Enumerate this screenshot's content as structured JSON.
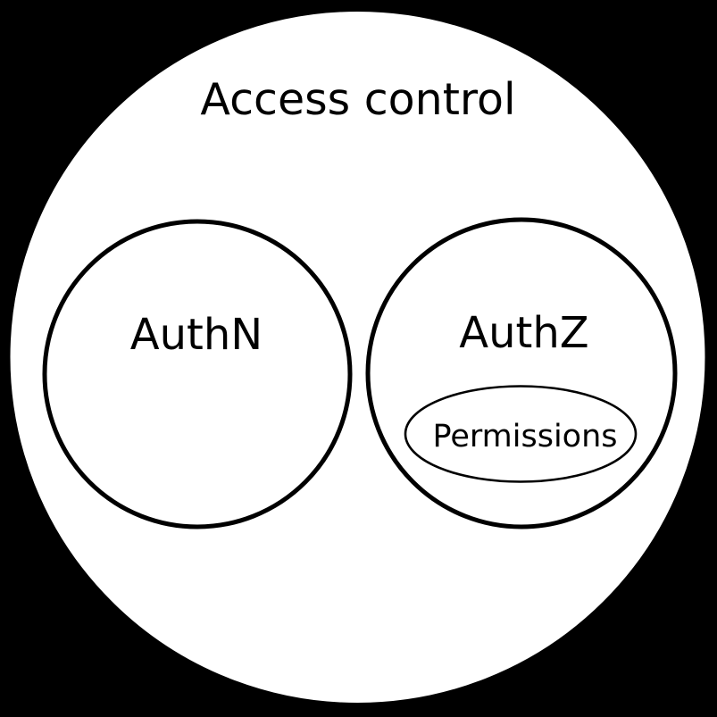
{
  "diagram": {
    "title": "Access control",
    "sets": [
      {
        "id": "authn",
        "label": "AuthN"
      },
      {
        "id": "authz",
        "label": "AuthZ",
        "children": [
          {
            "id": "permissions",
            "label": "Permissions"
          }
        ]
      }
    ]
  },
  "colors": {
    "background": "#000000",
    "shape_fill": "#ffffff",
    "stroke": "#000000",
    "text": "#000000"
  }
}
